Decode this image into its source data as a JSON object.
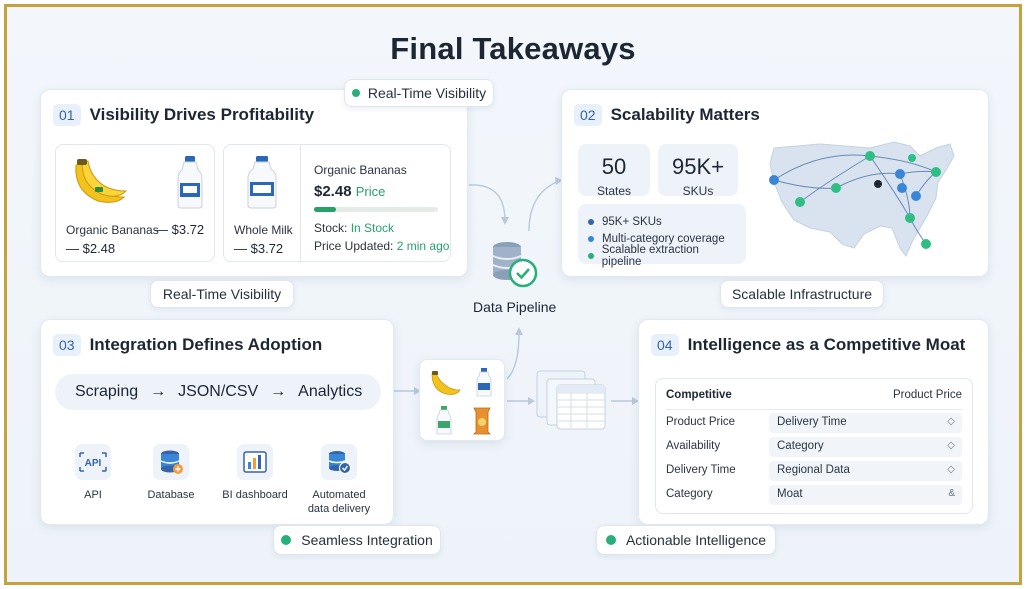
{
  "title": "Final Takeaways",
  "colors": {
    "frame": "#c6a23f",
    "accent_green": "#27b07a",
    "accent_blue": "#3564a8",
    "map_land": "#d9e3ef",
    "map_dot_green": "#2fbf86",
    "map_dot_blue": "#3a86d6"
  },
  "pills": {
    "realtime_top": "Real-Time Visibility",
    "realtime_bottom": "Real-Time Visibility",
    "scalable": "Scalable Infrastructure",
    "seamless": "Seamless Integration",
    "actionable": "Actionable Intelligence"
  },
  "card1": {
    "num": "01",
    "title": "Visibility Drives Profitability",
    "product_a": {
      "name": "Organic Bananas",
      "price_a": "— $3.72",
      "price_b": "— $2.48"
    },
    "product_b": {
      "name": "Whole Milk",
      "price": "— $3.72"
    },
    "detail": {
      "name": "Organic Bananas",
      "price_value": "$2.48",
      "price_label": "Price",
      "stock_label": "Stock:",
      "stock_value": "In Stock",
      "updated_label": "Price Updated:",
      "updated_value": "2 min ago",
      "progress": 0.18
    }
  },
  "card2": {
    "num": "02",
    "title": "Scalability Matters",
    "stats": [
      {
        "value": "50",
        "label": "States"
      },
      {
        "value": "95K+",
        "label": "SKUs"
      }
    ],
    "bullets": [
      "95K+ SKUs",
      "Multi-category coverage",
      "Scalable extraction pipeline"
    ],
    "map_icon": "us-map-network-icon"
  },
  "pipeline": {
    "label": "Data Pipeline",
    "icon": "database-check-icon"
  },
  "card3": {
    "num": "03",
    "title": "Integration Defines Adoption",
    "flow": [
      "Scraping",
      "→",
      "JSON/CSV",
      "→",
      "Analytics"
    ],
    "integrations": [
      {
        "label": "API",
        "icon": "api-icon"
      },
      {
        "label": "Database",
        "icon": "database-icon"
      },
      {
        "label": "BI dashboard",
        "icon": "bar-chart-icon"
      },
      {
        "label": "Automated data delivery",
        "label_line1": "Automated",
        "label_line2": "data delivery",
        "icon": "database-sync-icon"
      }
    ]
  },
  "card4": {
    "num": "04",
    "title": "Intelligence as a Competitive Moat",
    "table": {
      "header_left": "Competitive",
      "header_right": "Product Price",
      "rows": [
        {
          "left": "Product Price",
          "right": "Delivery Time",
          "marker": "◇"
        },
        {
          "left": "Availability",
          "right": "Category",
          "marker": "◇"
        },
        {
          "left": "Delivery Time",
          "right": "Regional Data",
          "marker": "◇"
        },
        {
          "left": "Category",
          "right": "Moat",
          "marker": "&"
        }
      ]
    }
  }
}
